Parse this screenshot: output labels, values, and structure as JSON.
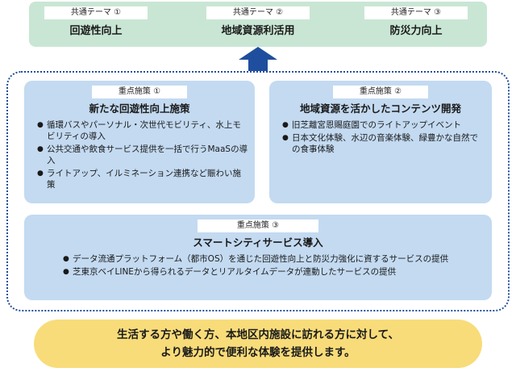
{
  "themes": [
    {
      "tag": "共通テーマ ①",
      "name": "回遊性向上"
    },
    {
      "tag": "共通テーマ ②",
      "name": "地域資源利活用"
    },
    {
      "tag": "共通テーマ ③",
      "name": "防災力向上"
    }
  ],
  "policies": [
    {
      "tag": "重点施策 ①",
      "title": "新たな回遊性向上施策",
      "items": [
        "循環バスやパーソナル・次世代モビリティ、水上モビリティの導入",
        "公共交通や飲食サービス提供を一括で行うMaaSの導入",
        "ライトアップ、イルミネーション連携など賑わい施策"
      ]
    },
    {
      "tag": "重点施策 ②",
      "title": "地域資源を活かしたコンテンツ開発",
      "items": [
        "旧芝離宮恩賜庭園でのライトアップイベント",
        "日本文化体験、水辺の音楽体験、緑豊かな自然での食事体験"
      ]
    },
    {
      "tag": "重点施策 ③",
      "title": "スマートシティサービス導入",
      "items": [
        "データ流通プラットフォーム（都市OS）を通じた回遊性向上と防災力強化に資するサービスの提供",
        "芝東京ベイLINEから得られるデータとリアルタイムデータが連動したサービスの提供"
      ]
    }
  ],
  "statement": {
    "line1": "生活する方や働く方、本地区内施設に訪れる方に対して、",
    "line2": "より魅力的で便利な体験を提供します。"
  },
  "colors": {
    "theme_band": "#c9e6d4",
    "policy_box": "#c3daf1",
    "dotted_border": "#1f4e9e",
    "arrow": "#1f4e9e",
    "statement_bg": "#f8dc7a"
  }
}
